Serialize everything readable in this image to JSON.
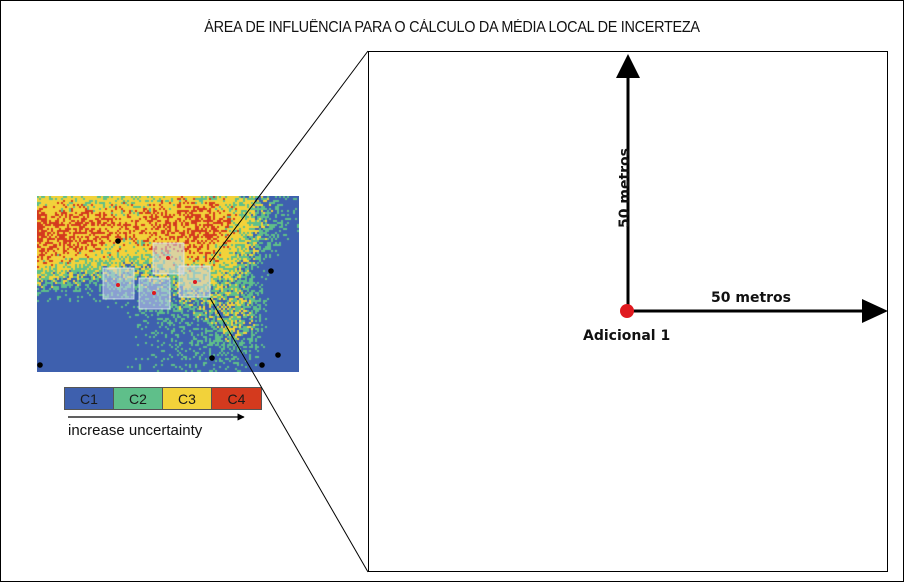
{
  "title": "ÁREA DE INFLUÊNCIA PARA O CÁLCULO DA MÉDIA LOCAL DE INCERTEZA",
  "legend": {
    "classes": [
      {
        "label": "C1",
        "color": "#3e60ae"
      },
      {
        "label": "C2",
        "color": "#5fbf8a"
      },
      {
        "label": "C3",
        "color": "#f2d23a"
      },
      {
        "label": "C4",
        "color": "#d43a1e"
      }
    ],
    "caption": "increase uncertainty"
  },
  "detail": {
    "horizontal_label": "50 metros",
    "vertical_label": "50 metros",
    "point_label": "Adicional 1",
    "point_color": "#e0191f"
  }
}
